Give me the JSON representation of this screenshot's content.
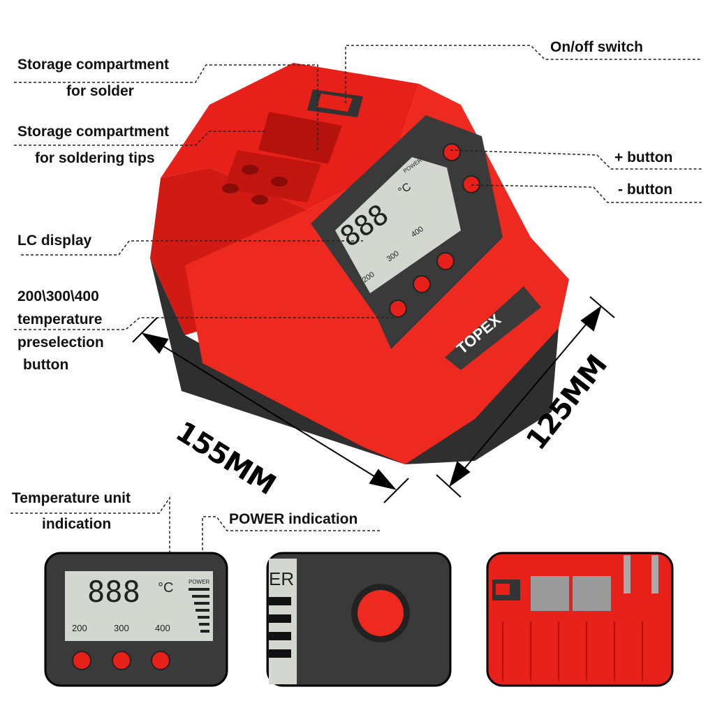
{
  "labels": {
    "solder_storage": [
      "Storage compartment",
      "for solder"
    ],
    "tips_storage": [
      "Storage compartment",
      "for soldering tips"
    ],
    "lc_display": "LC display",
    "preselection": [
      "200\\300\\400",
      "temperature",
      "preselection",
      "button"
    ],
    "on_off": "On/off switch",
    "plus_button": "+ button",
    "minus_button": "- button",
    "temp_unit": [
      "Temperature unit",
      "indication"
    ],
    "power_indication": "POWER indication"
  },
  "dimensions": {
    "length": "155MM",
    "depth": "125MM"
  },
  "device": {
    "brand": "TOPEX",
    "display_digits": "888",
    "unit": "°C",
    "power_label": "POWER",
    "presets": [
      "200",
      "300",
      "400"
    ],
    "partial_power_text": "ER"
  },
  "colors": {
    "body_red": "#e8201a",
    "dark_gray": "#3a3a3a",
    "lcd": "#d4d6d0"
  }
}
